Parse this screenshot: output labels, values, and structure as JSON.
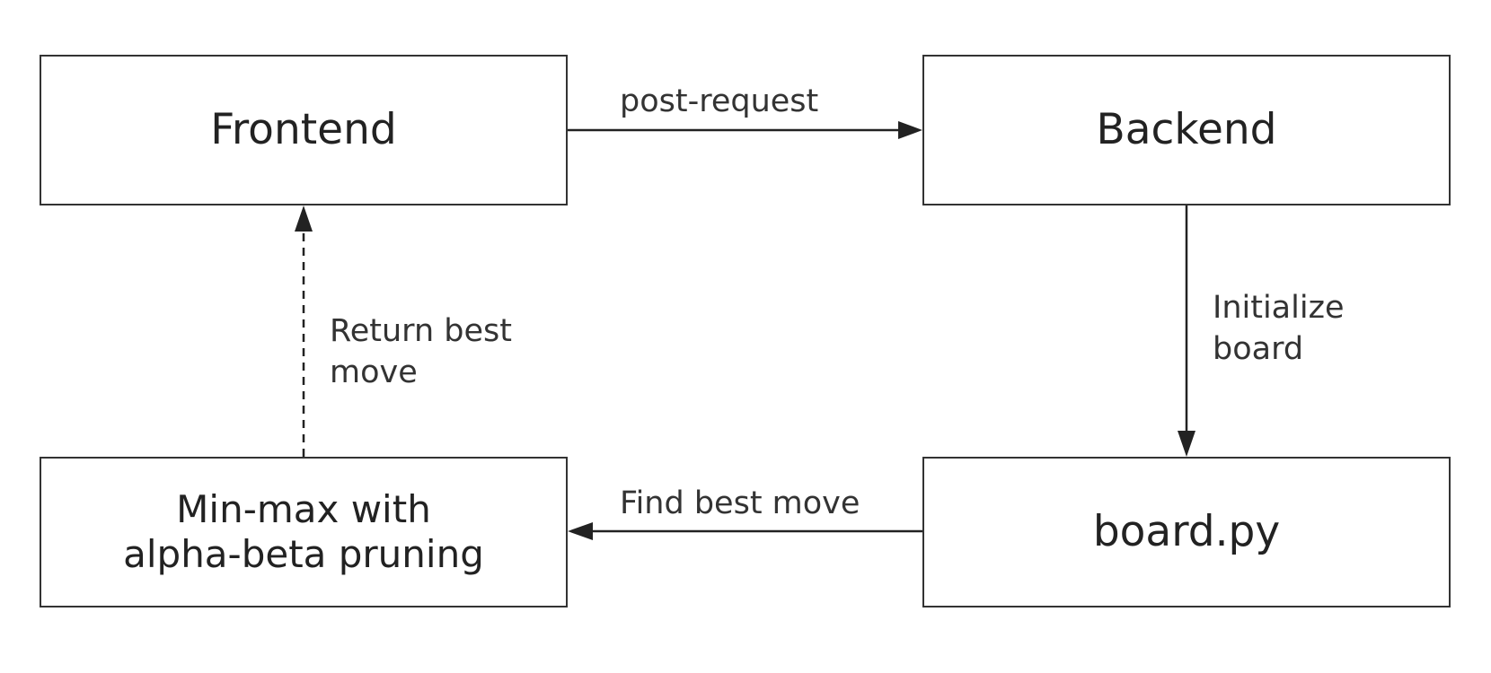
{
  "nodes": {
    "frontend": "Frontend",
    "backend": "Backend",
    "board": "board.py",
    "minmax": "Min-max with\nalpha-beta pruning"
  },
  "edges": {
    "frontend_to_backend": "post-request",
    "backend_to_board": "Initialize\nboard",
    "board_to_minmax": "Find best move",
    "minmax_to_frontend": "Return best\nmove"
  },
  "colors": {
    "stroke": "#333333",
    "text": "#222222",
    "background": "#ffffff"
  }
}
